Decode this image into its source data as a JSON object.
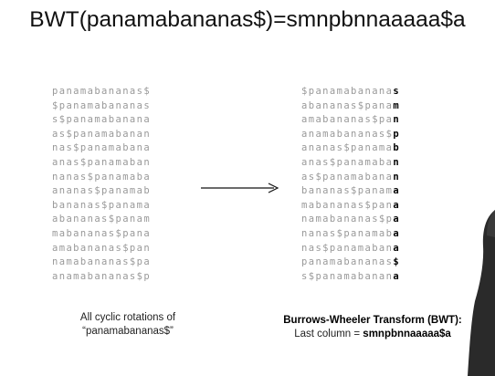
{
  "title": "BWT(panamabananas$)=smnpbnnaaaaa$a",
  "left_rotations": [
    "panamabananas$",
    "$panamabananas",
    "s$panamabanana",
    "as$panamabanan",
    "nas$panamabana",
    "anas$panamaban",
    "nanas$panamaba",
    "ananas$panamab",
    "bananas$panama",
    "abananas$panam",
    "mabananas$pana",
    "amabananas$pan",
    "namabananas$pa",
    "anamabananas$p"
  ],
  "sorted_rotations": [
    "$panamabananas",
    "abananas$panam",
    "amabananas$pan",
    "anamabananas$p",
    "ananas$panamab",
    "anas$panamaban",
    "as$panamabanan",
    "bananas$panama",
    "mabananas$pana",
    "namabananas$pa",
    "nanas$panamaba",
    "nas$panamabana",
    "panamabananas$",
    "s$panamabanana"
  ],
  "captions": {
    "left_line1": "All cyclic rotations of",
    "left_line2": "“panamabananas$”",
    "right_line1": "Burrows-Wheeler Transform (BWT):",
    "right_line2_prefix": "Last column = ",
    "right_line2_value": "smnpbnnaaaaa$a"
  },
  "colors": {
    "rotation_text": "#999999",
    "highlight": "#000000"
  }
}
